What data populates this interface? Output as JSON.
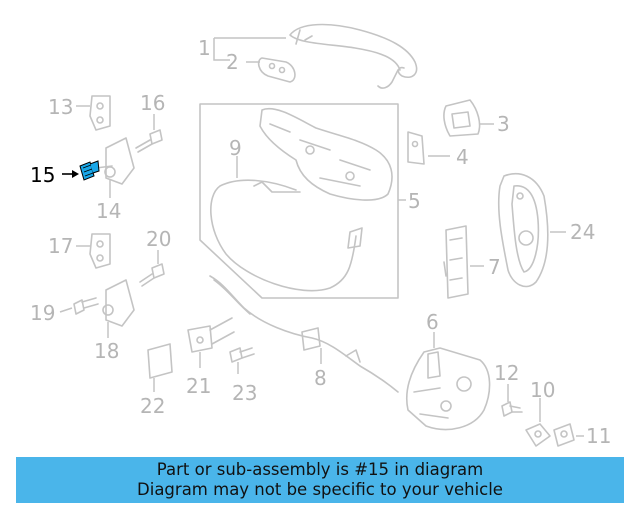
{
  "highlight_part": "15",
  "callouts": [
    {
      "id": "1",
      "label": "1"
    },
    {
      "id": "2",
      "label": "2"
    },
    {
      "id": "3",
      "label": "3"
    },
    {
      "id": "4",
      "label": "4"
    },
    {
      "id": "5",
      "label": "5"
    },
    {
      "id": "6",
      "label": "6"
    },
    {
      "id": "7",
      "label": "7"
    },
    {
      "id": "8",
      "label": "8"
    },
    {
      "id": "9",
      "label": "9"
    },
    {
      "id": "10",
      "label": "10"
    },
    {
      "id": "11",
      "label": "11"
    },
    {
      "id": "12",
      "label": "12"
    },
    {
      "id": "13",
      "label": "13"
    },
    {
      "id": "14",
      "label": "14"
    },
    {
      "id": "15",
      "label": "15"
    },
    {
      "id": "16",
      "label": "16"
    },
    {
      "id": "17",
      "label": "17"
    },
    {
      "id": "18",
      "label": "18"
    },
    {
      "id": "19",
      "label": "19"
    },
    {
      "id": "20",
      "label": "20"
    },
    {
      "id": "21",
      "label": "21"
    },
    {
      "id": "22",
      "label": "22"
    },
    {
      "id": "23",
      "label": "23"
    },
    {
      "id": "24",
      "label": "24"
    }
  ],
  "banner": {
    "line1": "Part or sub-assembly is #15 in diagram",
    "line2": "Diagram may not be specific to your vehicle"
  },
  "colors": {
    "highlight": "#1aa7e8",
    "banner_bg": "#4ab5ea",
    "faded": "#c4c4c4"
  }
}
